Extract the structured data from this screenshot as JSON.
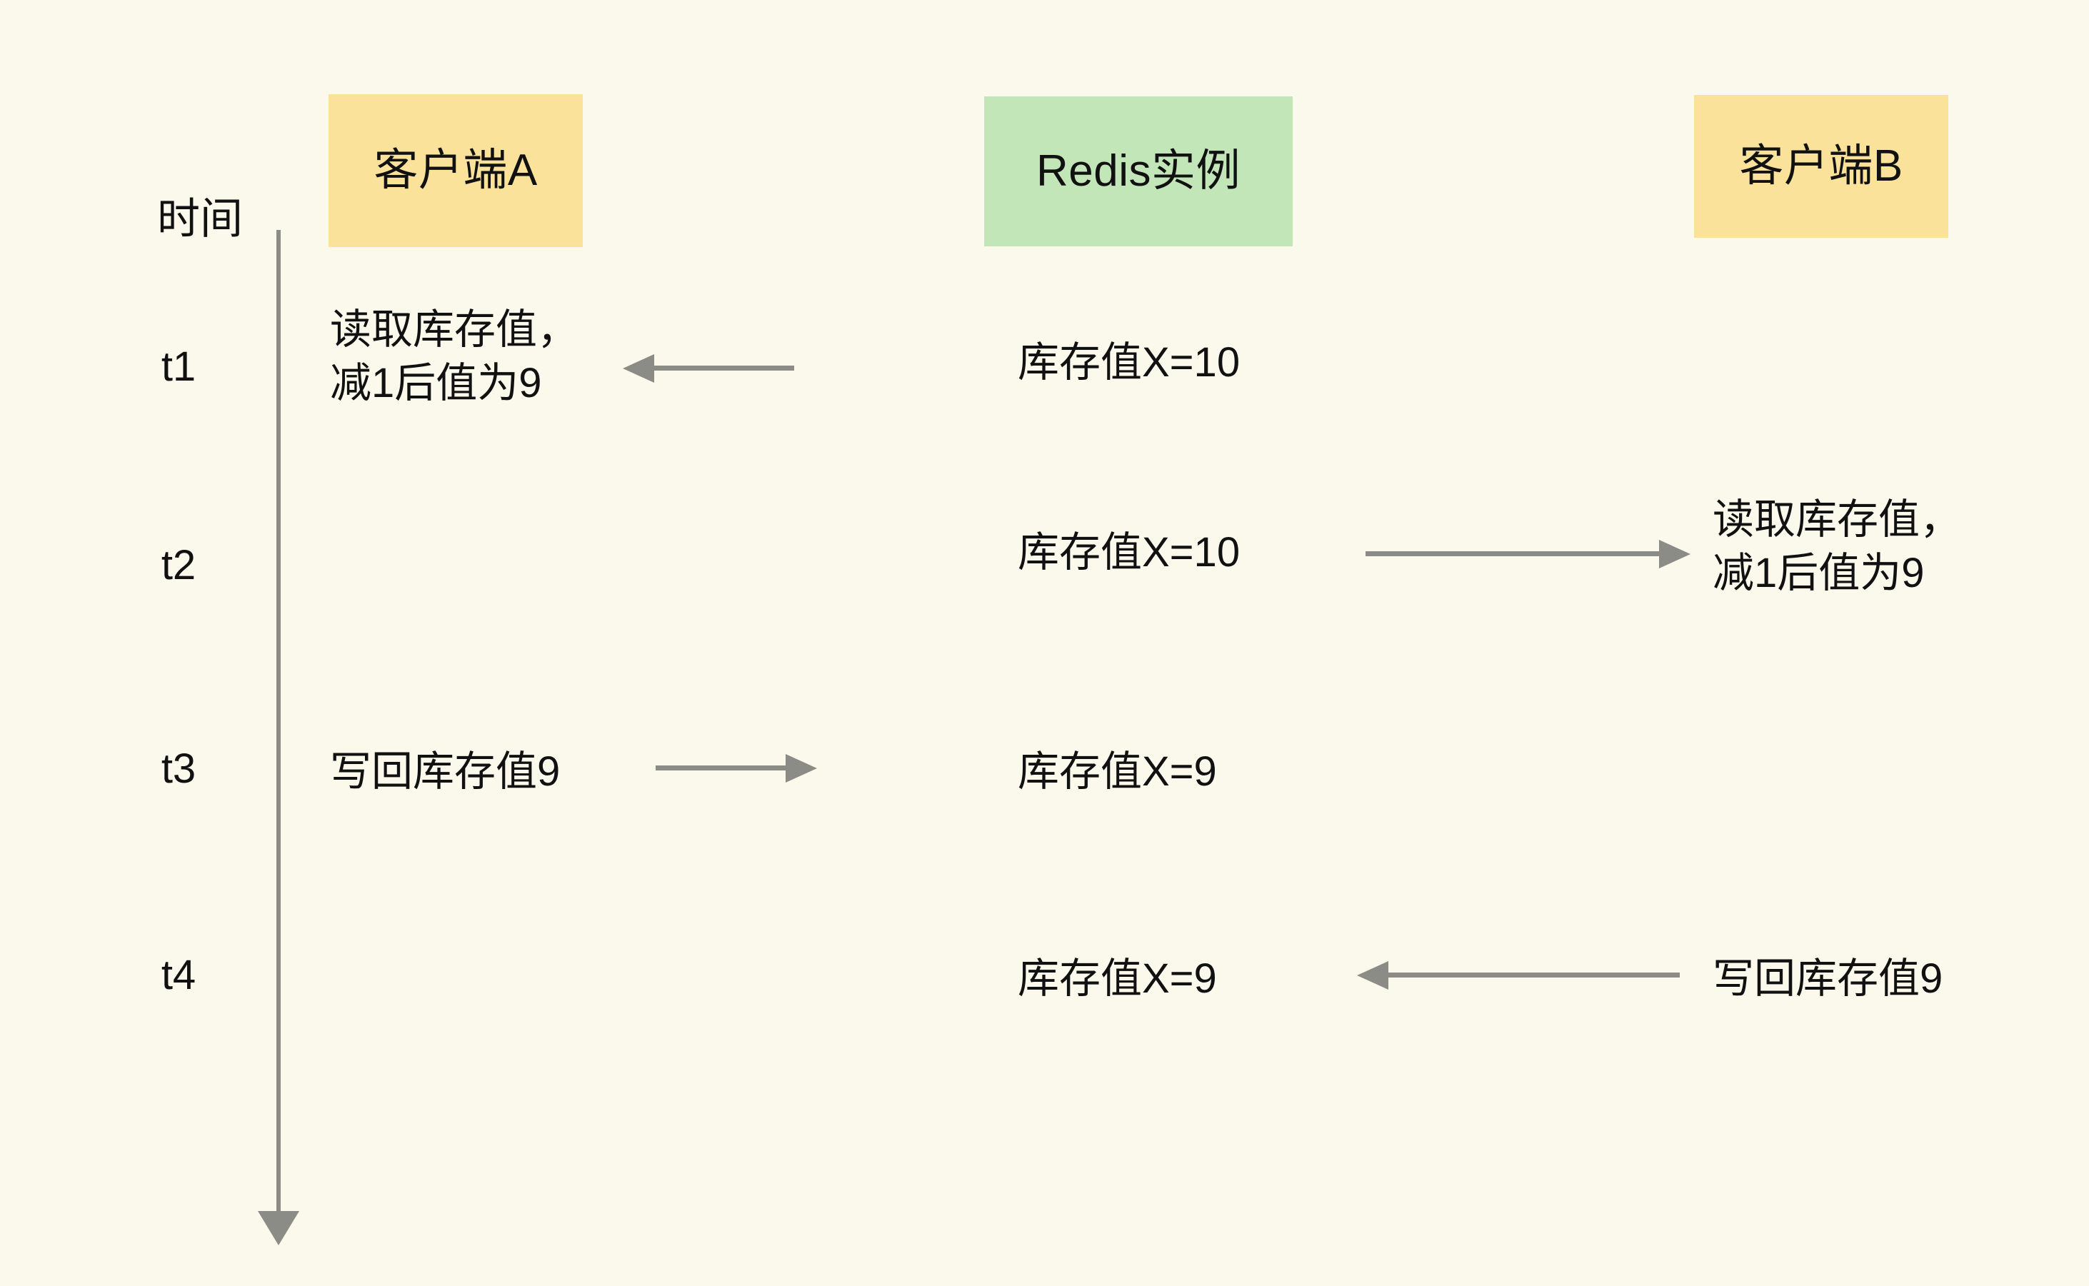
{
  "diagram": {
    "background_color": "#FBF8EC",
    "accent_yellow": "#FBE29B",
    "accent_green": "#C3E6B9",
    "arrow_color": "#8C8C86",
    "text_color": "#111111"
  },
  "lanes": [
    {
      "id": "client-a",
      "label": "客户端A",
      "color": "#FBE29B"
    },
    {
      "id": "redis",
      "label": "Redis实例",
      "color": "#C3E6B9"
    },
    {
      "id": "client-b",
      "label": "客户端B",
      "color": "#FBE29B"
    }
  ],
  "time_axis": {
    "label": "时间",
    "ticks": [
      {
        "id": "t1",
        "label": "t1"
      },
      {
        "id": "t2",
        "label": "t2"
      },
      {
        "id": "t3",
        "label": "t3"
      },
      {
        "id": "t4",
        "label": "t4"
      }
    ]
  },
  "steps": [
    {
      "tick": "t1",
      "client_a": "读取库存值，\n减1后值为9",
      "redis": "库存值X=10",
      "client_b": "",
      "arrow": {
        "from": "redis",
        "to": "client-a",
        "direction": "left"
      }
    },
    {
      "tick": "t2",
      "client_a": "",
      "redis": "库存值X=10",
      "client_b": "读取库存值，\n减1后值为9",
      "arrow": {
        "from": "redis",
        "to": "client-b",
        "direction": "right"
      }
    },
    {
      "tick": "t3",
      "client_a": "写回库存值9",
      "redis": "库存值X=9",
      "client_b": "",
      "arrow": {
        "from": "client-a",
        "to": "redis",
        "direction": "right"
      }
    },
    {
      "tick": "t4",
      "client_a": "",
      "redis": "库存值X=9",
      "client_b": "写回库存值9",
      "arrow": {
        "from": "client-b",
        "to": "redis",
        "direction": "left"
      }
    }
  ]
}
